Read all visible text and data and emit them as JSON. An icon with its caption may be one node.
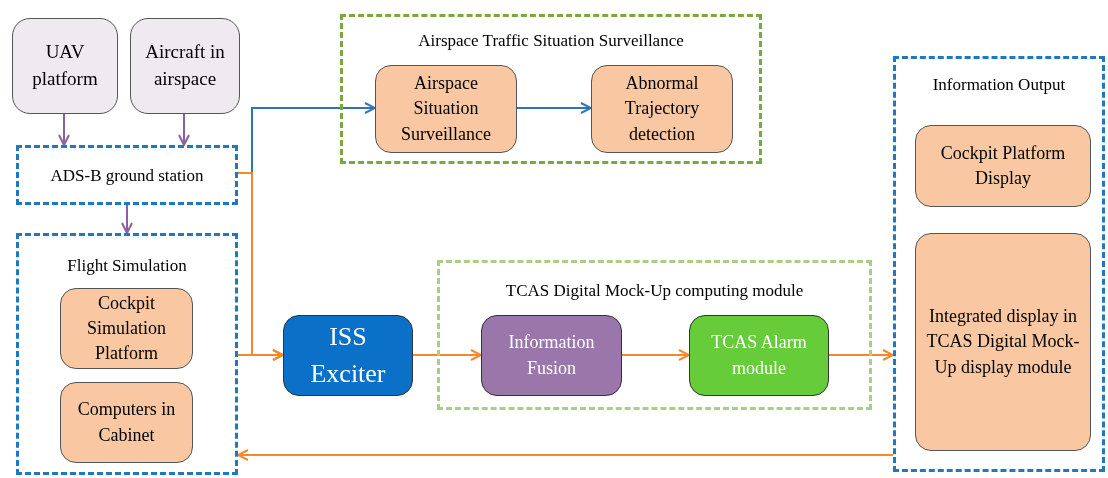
{
  "diagram": {
    "nodes": [
      {
        "text": [
          "UAV platform"
        ]
      },
      {
        "text": [
          "Aircraft in airspace"
        ]
      },
      {
        "text": [
          "ADS-B ground station"
        ]
      },
      {
        "text": [
          "Airspace Traffic Situation Surveillance"
        ]
      },
      {
        "text": [
          "Airspace Situation Surveillance"
        ],
        "in": 3
      },
      {
        "text": [
          "Abnormal Trajectory detection"
        ],
        "in": 3
      },
      {
        "text": [
          "Information Output"
        ]
      },
      {
        "text": [
          "Cockpit Platform Display"
        ],
        "in": 6
      },
      {
        "text": [
          "Integrated display in TCAS Digital Mock-Up display module"
        ],
        "in": 6
      },
      {
        "text": [
          "Flight Simulation"
        ]
      },
      {
        "text": [
          "Cockpit Simulation Platform"
        ],
        "in": 9
      },
      {
        "text": [
          "Computers in Cabinet"
        ],
        "in": 9
      },
      {
        "text": [
          "ISS Exciter"
        ]
      },
      {
        "text": [
          "TCAS Digital Mock-Up computing module"
        ]
      },
      {
        "text": [
          "Information Fusion"
        ],
        "in": 13
      },
      {
        "text": [
          "TCAS Alarm module"
        ],
        "in": 13
      }
    ],
    "edges": [
      {
        "from": 0,
        "to": 2,
        "arrow": "to",
        "color": "#8e5ea2"
      },
      {
        "from": 1,
        "to": 2,
        "arrow": "to",
        "color": "#8e5ea2"
      },
      {
        "from": 2,
        "to": 9,
        "arrow": "to",
        "color": "#8e5ea2"
      },
      {
        "from": 2,
        "to": 4,
        "arrow": "to",
        "color": "#2e75b6"
      },
      {
        "from": 4,
        "to": 5,
        "arrow": "to",
        "color": "#2e75b6"
      },
      {
        "from": 2,
        "to": 12,
        "arrow": "to"
      },
      {
        "from": 9,
        "to": 12,
        "arrow": "to"
      },
      {
        "from": 12,
        "to": 14,
        "arrow": "to"
      },
      {
        "from": 14,
        "to": 15,
        "arrow": "to"
      },
      {
        "from": 15,
        "to": 6,
        "arrow": "to"
      },
      {
        "from": 6,
        "to": 9,
        "arrow": "to"
      }
    ]
  }
}
